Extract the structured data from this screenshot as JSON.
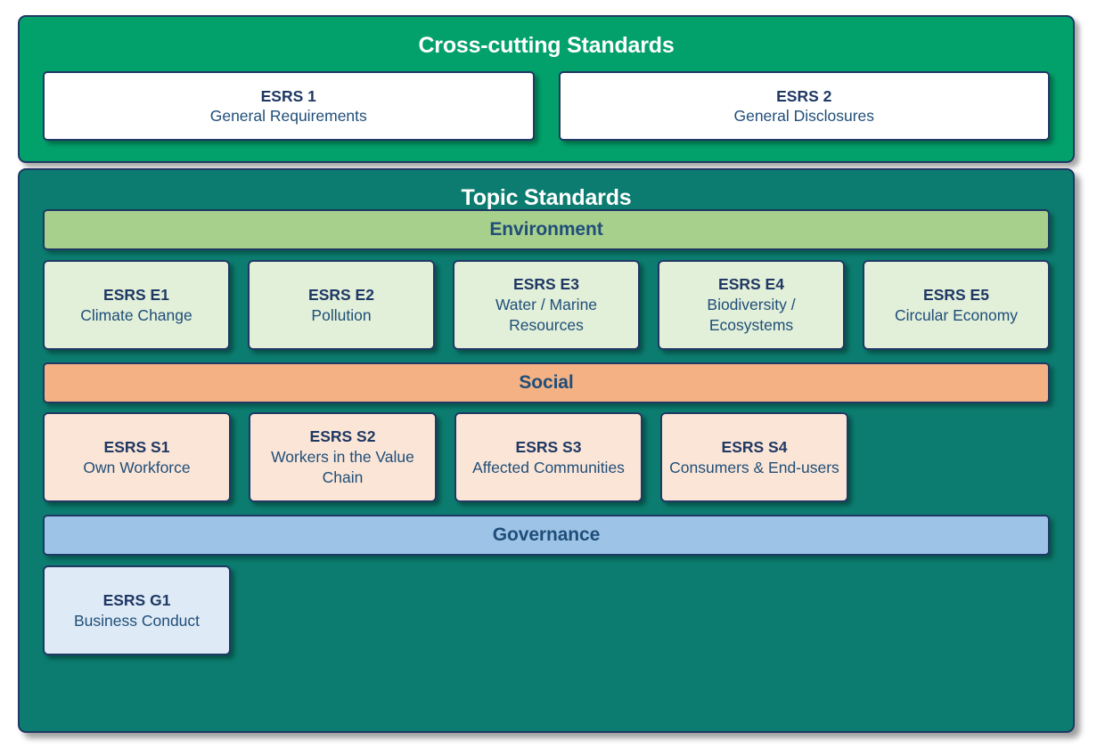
{
  "diagram": {
    "colors": {
      "crosscutting_bg": "#02A06B",
      "topic_bg": "#0B7C6F",
      "border": "#1F3864",
      "environment_band": "#A8D08D",
      "environment_card": "#E2EFD9",
      "social_band": "#F4B183",
      "social_card": "#FBE5D6",
      "governance_band": "#9DC3E6",
      "governance_card": "#DEEAF6",
      "title_text": "#FFFFFF",
      "label_text": "#1F4E79"
    }
  },
  "crosscutting": {
    "title": "Cross-cutting Standards",
    "cards": [
      {
        "code": "ESRS 1",
        "name": "General Requirements"
      },
      {
        "code": "ESRS 2",
        "name": "General Disclosures"
      }
    ]
  },
  "topic": {
    "title": "Topic Standards",
    "pillars": [
      {
        "label": "Environment",
        "cards": [
          {
            "code": "ESRS E1",
            "name": "Climate Change"
          },
          {
            "code": "ESRS E2",
            "name": "Pollution"
          },
          {
            "code": "ESRS E3",
            "name": "Water / Marine Resources"
          },
          {
            "code": "ESRS E4",
            "name": "Biodiversity / Ecosystems"
          },
          {
            "code": "ESRS E5",
            "name": "Circular Economy"
          }
        ]
      },
      {
        "label": "Social",
        "cards": [
          {
            "code": "ESRS S1",
            "name": "Own Workforce"
          },
          {
            "code": "ESRS S2",
            "name": "Workers in the Value Chain"
          },
          {
            "code": "ESRS S3",
            "name": "Affected Communities"
          },
          {
            "code": "ESRS S4",
            "name": "Consumers & End-users"
          }
        ]
      },
      {
        "label": "Governance",
        "cards": [
          {
            "code": "ESRS G1",
            "name": "Business Conduct"
          }
        ]
      }
    ]
  }
}
